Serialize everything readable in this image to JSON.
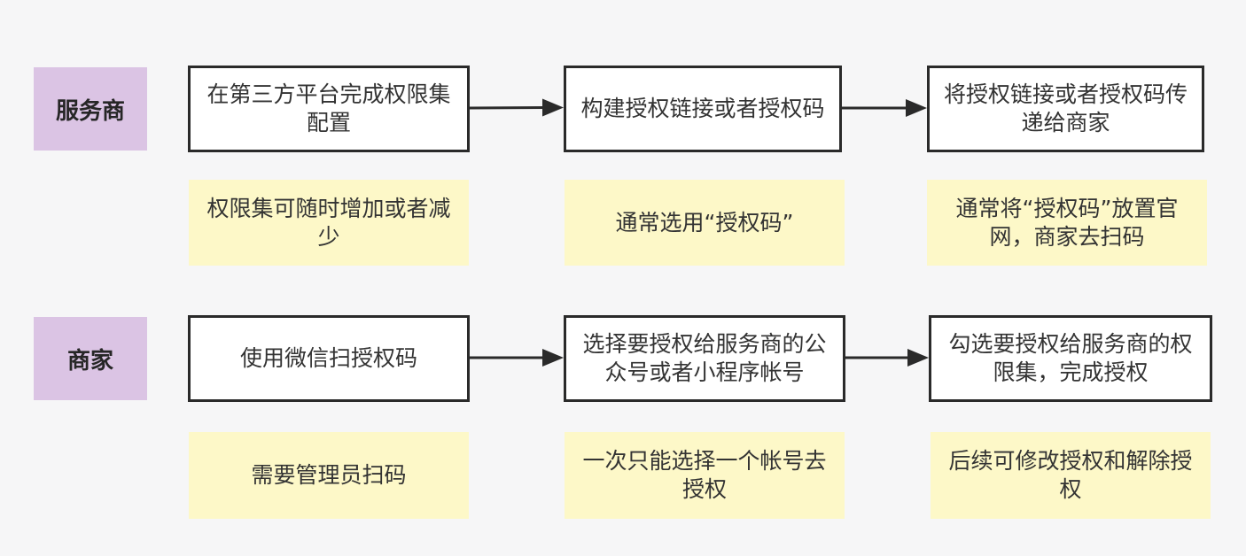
{
  "colors": {
    "background": "#f6f6f7",
    "lane_label": "#dbc4e4",
    "step_border": "#2a2a2a",
    "note": "#fdf8c8",
    "text": "#333333"
  },
  "lanes": [
    {
      "label": "服务商",
      "steps": [
        "在第三方平台完成权限集配置",
        "构建授权链接或者授权码",
        "将授权链接或者授权码传递给商家"
      ],
      "notes": [
        "权限集可随时增加或者减少",
        "通常选用“授权码”",
        "通常将“授权码”放置官网，商家去扫码"
      ]
    },
    {
      "label": "商家",
      "steps": [
        "使用微信扫授权码",
        "选择要授权给服务商的公众号或者小程序帐号",
        "勾选要授权给服务商的权限集，完成授权"
      ],
      "notes": [
        "需要管理员扫码",
        "一次只能选择一个帐号去授权",
        "后续可修改授权和解除授权"
      ]
    }
  ]
}
